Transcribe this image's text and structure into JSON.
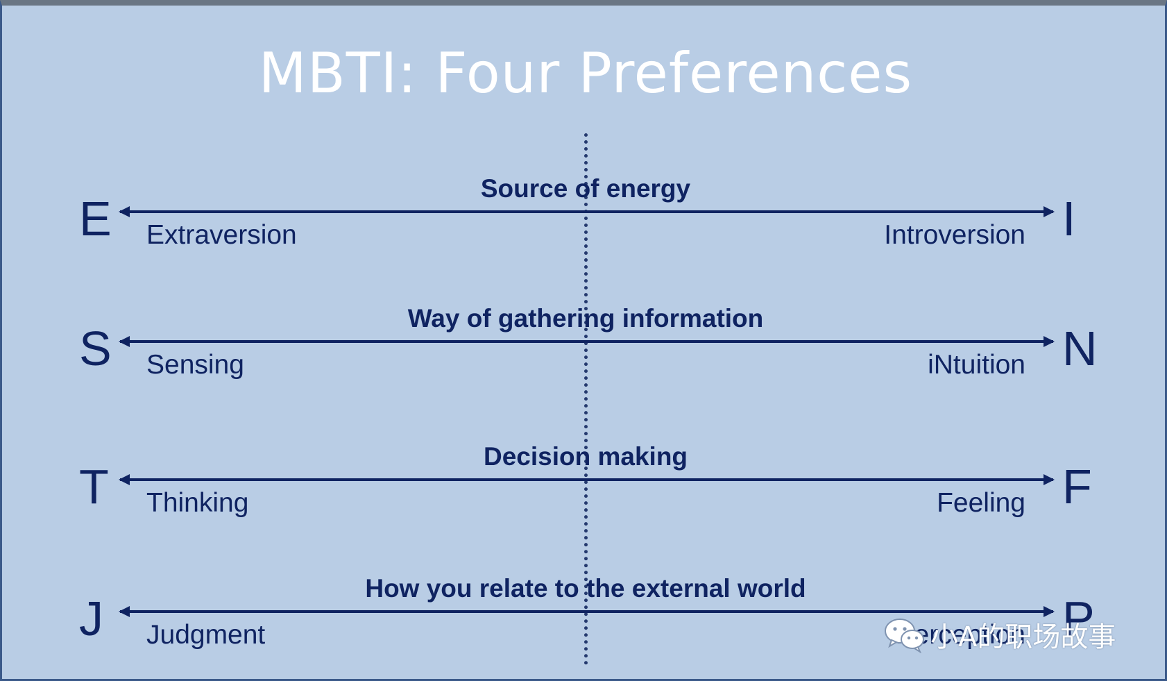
{
  "title": "MBTI:  Four Preferences",
  "dimensions": [
    {
      "heading": "Source of energy",
      "left_letter": "E",
      "left_label": "Extraversion",
      "right_letter": "I",
      "right_label": "Introversion"
    },
    {
      "heading": "Way of gathering information",
      "left_letter": "S",
      "left_label": "Sensing",
      "right_letter": "N",
      "right_label": "iNtuition"
    },
    {
      "heading": "Decision making",
      "left_letter": "T",
      "left_label": "Thinking",
      "right_letter": "F",
      "right_label": "Feeling"
    },
    {
      "heading": "How  you relate to the external world",
      "left_letter": "J",
      "left_label": "Judgment",
      "right_letter": "P",
      "right_label": "Perception"
    }
  ],
  "watermark": {
    "text": "小A的职场故事",
    "icon": "wechat-icon"
  },
  "colors": {
    "background": "#b9cde5",
    "ink": "#0f2361",
    "title": "#ffffff"
  }
}
